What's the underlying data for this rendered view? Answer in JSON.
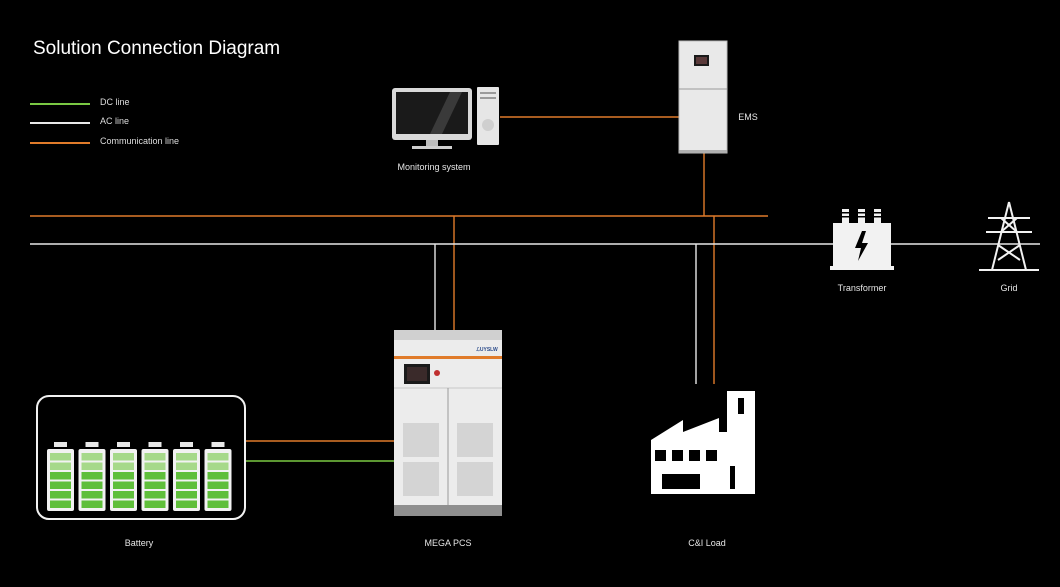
{
  "title": "Solution Connection Diagram",
  "legend": [
    {
      "label": "DC line",
      "color": "#7ac943"
    },
    {
      "label": "AC line",
      "color": "#e8e8e8"
    },
    {
      "label": "Communication line",
      "color": "#e07b2a"
    }
  ],
  "nodes": {
    "monitoring": {
      "label": "Monitoring system",
      "icon": "computer-icon"
    },
    "ems": {
      "label": "EMS",
      "icon": "ems-cabinet-icon"
    },
    "transformer": {
      "label": "Transformer",
      "icon": "transformer-icon"
    },
    "grid": {
      "label": "Grid",
      "icon": "power-tower-icon"
    },
    "battery": {
      "label": "Battery",
      "icon": "battery-rack-icon"
    },
    "pcs": {
      "label": "MEGA PCS",
      "icon": "pcs-cabinet-icon",
      "brand": "ℒUYSLW"
    },
    "load": {
      "label": "C&I Load",
      "icon": "factory-icon"
    }
  },
  "colors": {
    "background": "#000000",
    "dc": "#7ac943",
    "ac": "#e8e8e8",
    "comm": "#e07b2a"
  }
}
